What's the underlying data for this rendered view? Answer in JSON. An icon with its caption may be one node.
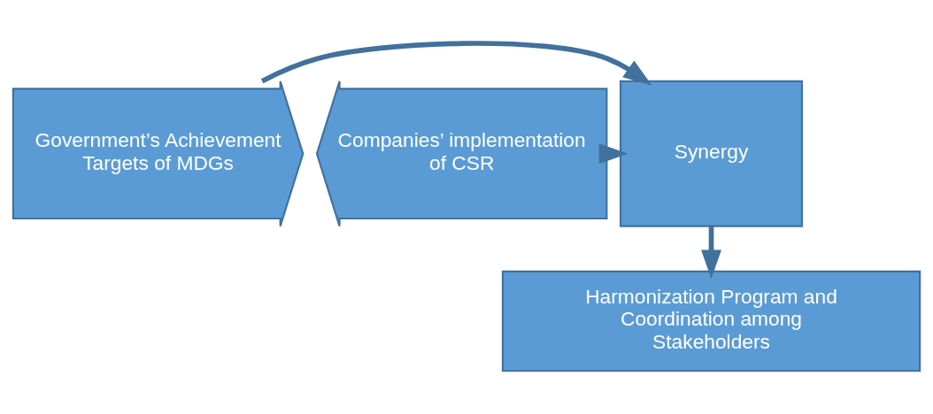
{
  "diagram": {
    "nodes": [
      {
        "text": [
          "Government’s Achievement Targets of MDGs"
        ]
      },
      {
        "text": [
          "Synergy"
        ]
      },
      {
        "text": [
          "Companies’ implementation of CSR"
        ]
      },
      {
        "text": [
          "Harmonization Program and Coordination among Stakeholders"
        ]
      }
    ],
    "edges": [
      {
        "from": 0,
        "to": 1,
        "arrow": "to"
      },
      {
        "from": 2,
        "to": 1,
        "arrow": "to"
      },
      {
        "from": 1,
        "to": 3,
        "arrow": "to"
      }
    ]
  }
}
